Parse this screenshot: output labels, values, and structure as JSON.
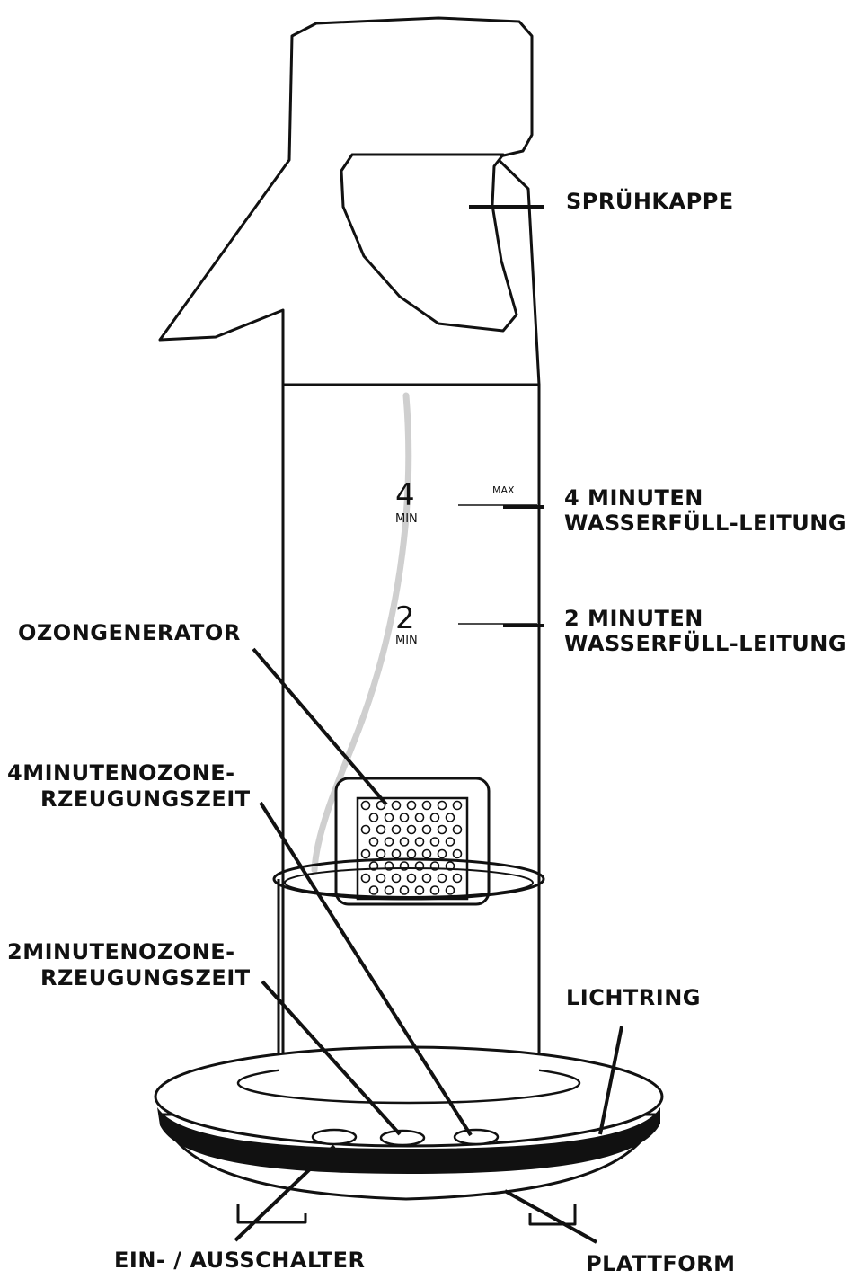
{
  "labels": {
    "spray_cap": "SPRÜHKAPPE",
    "fill_line_4_a": "4 MINUTEN",
    "fill_line_4_b": "WASSERFÜLL-LEITUNG",
    "fill_line_2_a": "2 MINUTEN",
    "fill_line_2_b": "WASSERFÜLL-LEITUNG",
    "ozone_generator": "OZONGENERATOR",
    "ozone_time_4_a": "4MINUTENOZONE-",
    "ozone_time_4_b": "RZEUGUNGSZEIT",
    "ozone_time_2_a": "2MINUTENOZONE-",
    "ozone_time_2_b": "RZEUGUNGSZEIT",
    "light_ring": "LICHTRING",
    "power_switch": "EIN- / AUSSCHALTER",
    "platform": "PLATTFORM"
  },
  "scale": {
    "mark_4": "4",
    "mark_2": "2",
    "unit": "MIN",
    "max": "MAX"
  },
  "icons": [
    "spray-bottle-illustration",
    "ozone-filter-grid",
    "base-button"
  ]
}
